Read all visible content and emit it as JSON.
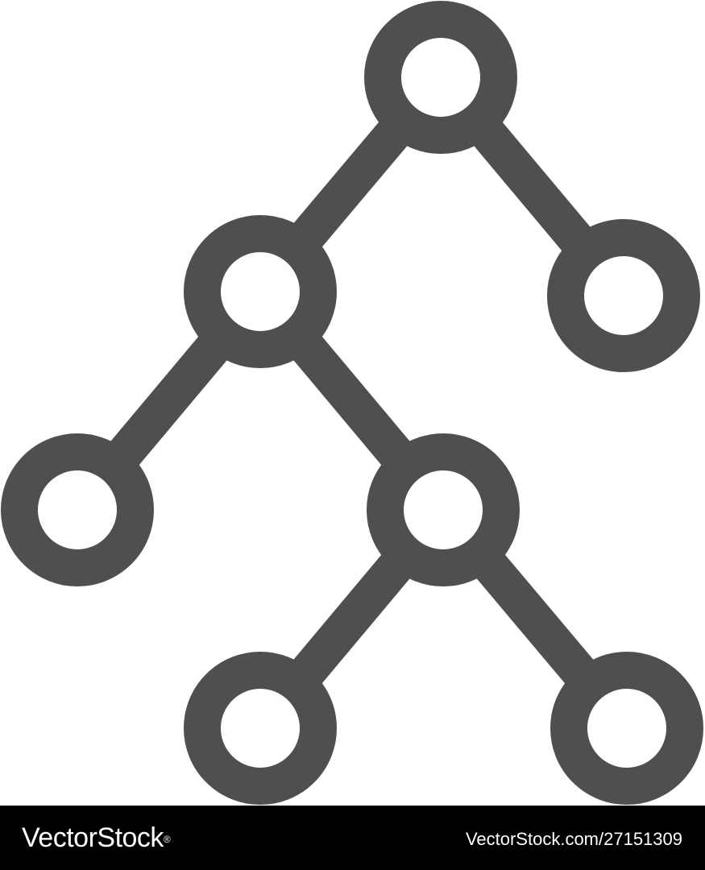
{
  "diagram": {
    "type": "tree",
    "icon_color": "#4f4f4f",
    "background_color": "#ffffff",
    "nodes": [
      {
        "id": "root"
      },
      {
        "id": "left-child"
      },
      {
        "id": "right-child"
      },
      {
        "id": "left-left-leaf"
      },
      {
        "id": "left-right-child"
      },
      {
        "id": "left-right-left-leaf"
      },
      {
        "id": "left-right-right-leaf"
      }
    ],
    "edges": [
      {
        "from": "root",
        "to": "left-child"
      },
      {
        "from": "root",
        "to": "right-child"
      },
      {
        "from": "left-child",
        "to": "left-left-leaf"
      },
      {
        "from": "left-child",
        "to": "left-right-child"
      },
      {
        "from": "left-right-child",
        "to": "left-right-left-leaf"
      },
      {
        "from": "left-right-child",
        "to": "left-right-right-leaf"
      }
    ]
  },
  "footer": {
    "brand": "VectorStock",
    "brand_mark": "®",
    "url": "VectorStock.com/27151309",
    "background_color": "#000000",
    "text_color": "#ffffff"
  }
}
